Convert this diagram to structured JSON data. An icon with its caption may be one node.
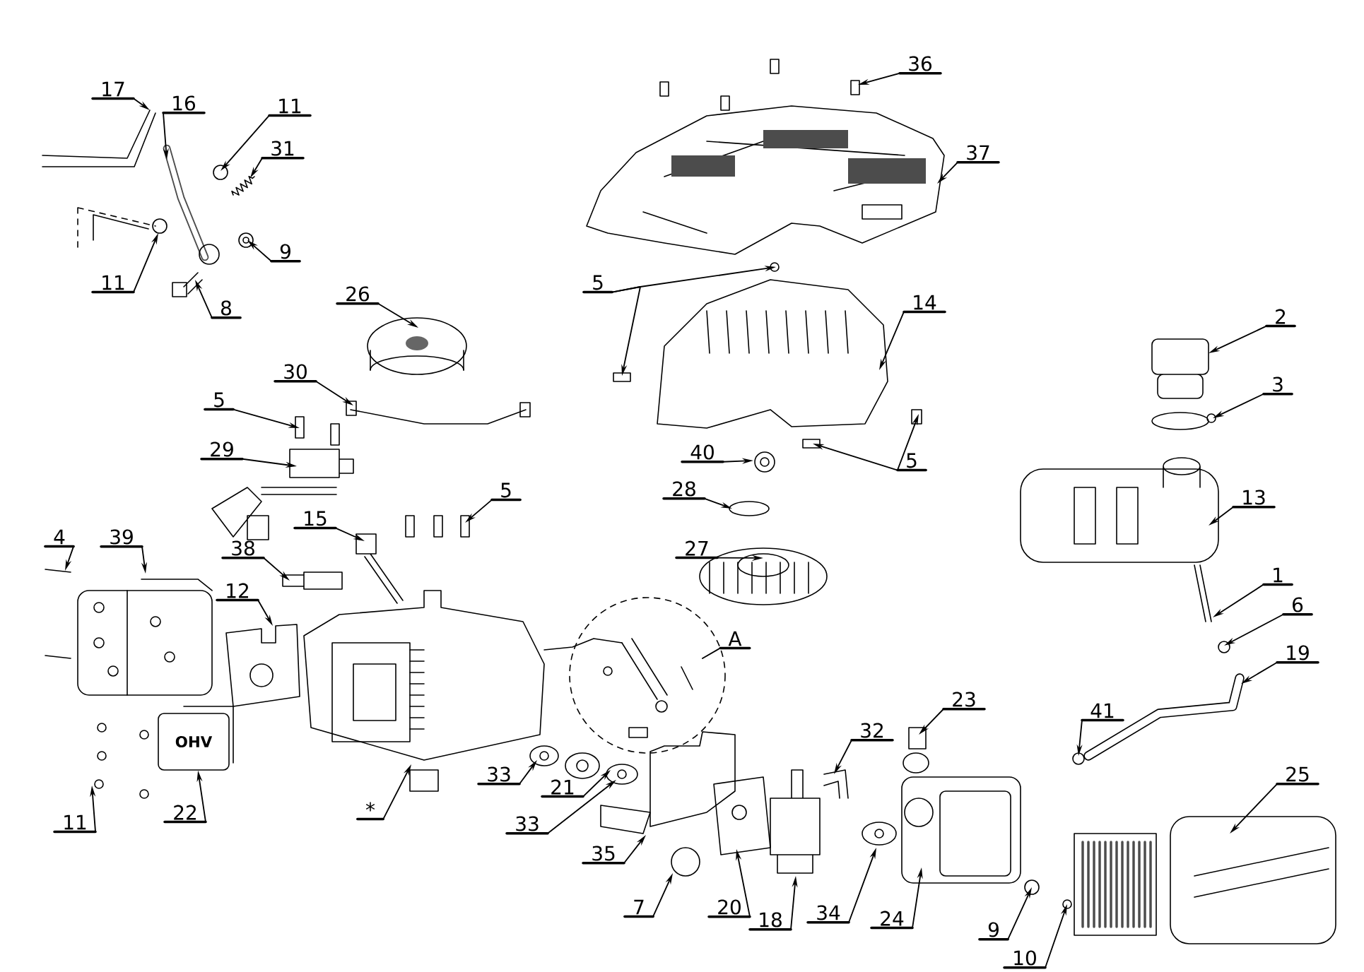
{
  "diagram": {
    "nodes": [
      {
        "text": [
          "36"
        ]
      },
      {
        "text": [
          "17"
        ]
      },
      {
        "text": [
          "16"
        ]
      },
      {
        "text": [
          "11"
        ]
      },
      {
        "text": [
          "31"
        ]
      },
      {
        "text": [
          "37"
        ]
      },
      {
        "text": [
          "9"
        ]
      },
      {
        "text": [
          "5"
        ]
      },
      {
        "text": [
          "11"
        ]
      },
      {
        "text": [
          "26"
        ]
      },
      {
        "text": [
          "14"
        ]
      },
      {
        "text": [
          "8"
        ]
      },
      {
        "text": [
          "2"
        ]
      },
      {
        "text": [
          "30"
        ]
      },
      {
        "text": [
          "3"
        ]
      },
      {
        "text": [
          "5"
        ]
      },
      {
        "text": [
          "29"
        ]
      },
      {
        "text": [
          "40"
        ]
      },
      {
        "text": [
          "5"
        ]
      },
      {
        "text": [
          "5"
        ]
      },
      {
        "text": [
          "28"
        ]
      },
      {
        "text": [
          "13"
        ]
      },
      {
        "text": [
          "15"
        ]
      },
      {
        "text": [
          "27"
        ]
      },
      {
        "text": [
          "4"
        ]
      },
      {
        "text": [
          "39"
        ]
      },
      {
        "text": [
          "38"
        ]
      },
      {
        "text": [
          "1"
        ]
      },
      {
        "text": [
          "12"
        ]
      },
      {
        "text": [
          "6"
        ]
      },
      {
        "text": [
          "A"
        ]
      },
      {
        "text": [
          "19"
        ]
      },
      {
        "text": [
          "23"
        ]
      },
      {
        "text": [
          "41"
        ]
      },
      {
        "text": [
          "32"
        ]
      },
      {
        "text": [
          "33"
        ]
      },
      {
        "text": [
          "25"
        ]
      },
      {
        "text": [
          "21"
        ]
      },
      {
        "text": [
          "*"
        ]
      },
      {
        "text": [
          "22"
        ]
      },
      {
        "text": [
          "11"
        ]
      },
      {
        "text": [
          "33"
        ]
      },
      {
        "text": [
          "35"
        ]
      },
      {
        "text": [
          "20"
        ]
      },
      {
        "text": [
          "7"
        ]
      },
      {
        "text": [
          "34"
        ]
      },
      {
        "text": [
          "24"
        ]
      },
      {
        "text": [
          "18"
        ]
      },
      {
        "text": [
          "9"
        ]
      },
      {
        "text": [
          "10"
        ]
      },
      {
        "text": [
          "OHV"
        ]
      }
    ],
    "edges": [
      {
        "from": 0,
        "to": null,
        "arrow": "to"
      },
      {
        "from": 1,
        "to": null,
        "arrow": "to"
      },
      {
        "from": 2,
        "to": null,
        "arrow": "to"
      },
      {
        "from": 3,
        "to": null,
        "arrow": "to"
      },
      {
        "from": 4,
        "to": null,
        "arrow": "to"
      },
      {
        "from": 5,
        "to": null,
        "arrow": "to"
      },
      {
        "from": 6,
        "to": null,
        "arrow": "to"
      },
      {
        "from": 7,
        "to": null,
        "arrow": "to"
      },
      {
        "from": 7,
        "to": null,
        "arrow": "to"
      },
      {
        "from": 8,
        "to": null,
        "arrow": "to"
      },
      {
        "from": 9,
        "to": null,
        "arrow": "to"
      },
      {
        "from": 10,
        "to": null,
        "arrow": "to"
      },
      {
        "from": 11,
        "to": null,
        "arrow": "to"
      },
      {
        "from": 12,
        "to": null,
        "arrow": "to"
      },
      {
        "from": 13,
        "to": null,
        "arrow": "to"
      },
      {
        "from": 14,
        "to": null,
        "arrow": "to"
      },
      {
        "from": 15,
        "to": null,
        "arrow": "to"
      },
      {
        "from": 16,
        "to": null,
        "arrow": "to"
      },
      {
        "from": 17,
        "to": null,
        "arrow": "to"
      },
      {
        "from": 18,
        "to": null,
        "arrow": "to"
      },
      {
        "from": 18,
        "to": null,
        "arrow": "to"
      },
      {
        "from": 19,
        "to": null,
        "arrow": "to"
      },
      {
        "from": 20,
        "to": null,
        "arrow": "to"
      },
      {
        "from": 21,
        "to": null,
        "arrow": "to"
      },
      {
        "from": 22,
        "to": null,
        "arrow": "to"
      },
      {
        "from": 23,
        "to": null,
        "arrow": "to"
      },
      {
        "from": 24,
        "to": null,
        "arrow": "to"
      },
      {
        "from": 25,
        "to": null,
        "arrow": "to"
      },
      {
        "from": 26,
        "to": null,
        "arrow": "to"
      },
      {
        "from": 27,
        "to": null,
        "arrow": "to"
      },
      {
        "from": 28,
        "to": null,
        "arrow": "to"
      },
      {
        "from": 29,
        "to": null,
        "arrow": "to"
      },
      {
        "from": 30,
        "to": null,
        "arrow": "none"
      },
      {
        "from": 31,
        "to": null,
        "arrow": "to"
      },
      {
        "from": 32,
        "to": null,
        "arrow": "to"
      },
      {
        "from": 33,
        "to": null,
        "arrow": "to"
      },
      {
        "from": 34,
        "to": null,
        "arrow": "to"
      },
      {
        "from": 35,
        "to": null,
        "arrow": "to"
      },
      {
        "from": 36,
        "to": null,
        "arrow": "to"
      },
      {
        "from": 37,
        "to": null,
        "arrow": "to"
      },
      {
        "from": 38,
        "to": null,
        "arrow": "to"
      },
      {
        "from": 39,
        "to": 50,
        "arrow": "to"
      },
      {
        "from": 40,
        "to": null,
        "arrow": "to"
      },
      {
        "from": 41,
        "to": null,
        "arrow": "to"
      },
      {
        "from": 42,
        "to": null,
        "arrow": "to"
      },
      {
        "from": 43,
        "to": null,
        "arrow": "to"
      },
      {
        "from": 44,
        "to": null,
        "arrow": "to"
      },
      {
        "from": 45,
        "to": null,
        "arrow": "to"
      },
      {
        "from": 46,
        "to": null,
        "arrow": "to"
      },
      {
        "from": 47,
        "to": null,
        "arrow": "to"
      },
      {
        "from": 48,
        "to": null,
        "arrow": "to"
      },
      {
        "from": 49,
        "to": null,
        "arrow": "to"
      }
    ]
  }
}
